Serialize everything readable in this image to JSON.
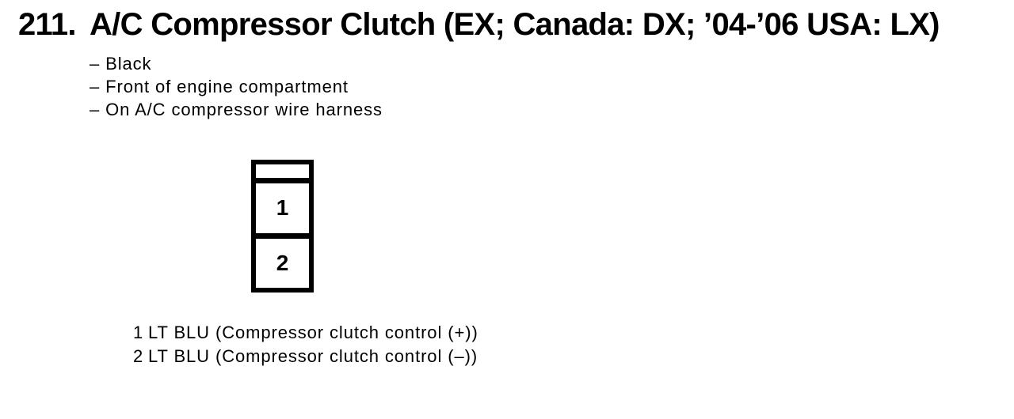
{
  "page": {
    "background": "#ffffff",
    "ink": "#000000"
  },
  "header": {
    "item_number": "211.",
    "title": "A/C Compressor Clutch (EX; Canada: DX; ’04-’06 USA: LX)"
  },
  "details": {
    "items": [
      "– Black",
      "– Front of engine compartment",
      "– On A/C compressor wire harness"
    ]
  },
  "connector": {
    "cavity_labels": [
      "1",
      "2"
    ]
  },
  "pinout": {
    "rows": [
      {
        "pin": "1",
        "description": "LT BLU (Compressor clutch control (+))"
      },
      {
        "pin": "2",
        "description": "LT BLU (Compressor clutch control (–))"
      }
    ]
  }
}
